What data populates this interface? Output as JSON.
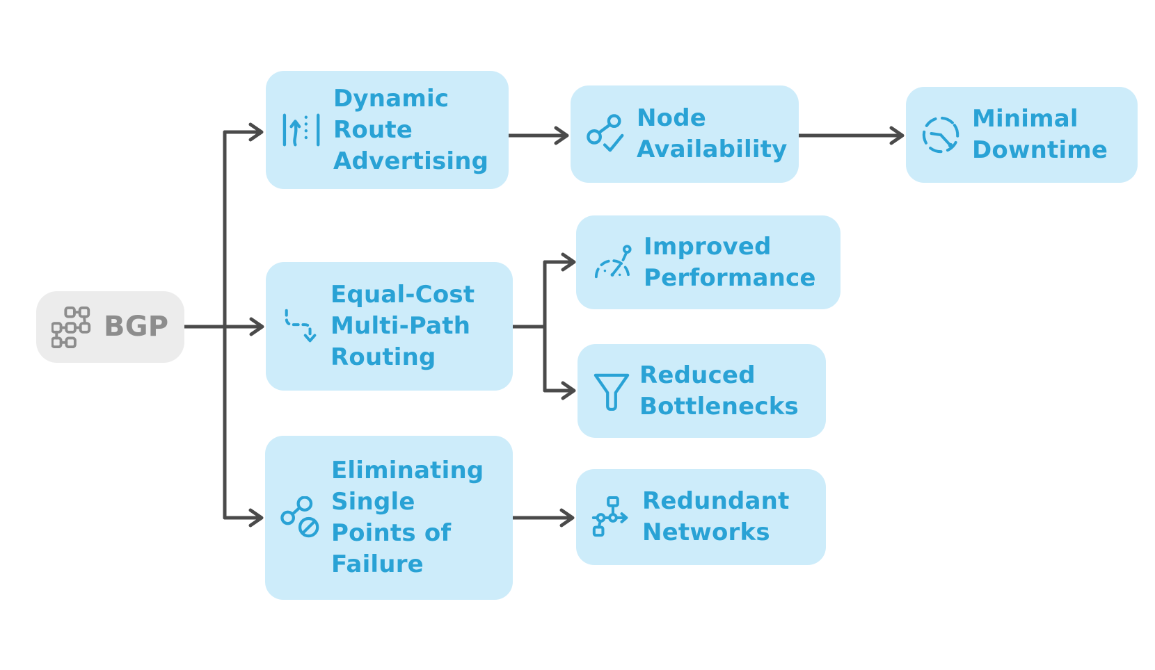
{
  "colors": {
    "background": "#ffffff",
    "node_fill": "#cdecfa",
    "node_text": "#29a2d5",
    "root_fill": "#ececec",
    "root_text": "#8d8d8d",
    "connector": "#4a4a4a"
  },
  "nodes": {
    "bgp": {
      "label": "BGP",
      "icon": "network-nodes-icon"
    },
    "dynamic_route_advertising": {
      "label": "Dynamic\nRoute\nAdvertising",
      "icon": "route-lanes-icon"
    },
    "node_availability": {
      "label": "Node\nAvailability",
      "icon": "share-check-icon"
    },
    "minimal_downtime": {
      "label": "Minimal\nDowntime",
      "icon": "dashed-clock-icon"
    },
    "equal_cost_multi_path_routing": {
      "label": "Equal-Cost\nMulti-Path\nRouting",
      "icon": "dashed-route-icon"
    },
    "improved_performance": {
      "label": "Improved\nPerformance",
      "icon": "gauge-pin-icon"
    },
    "reduced_bottlenecks": {
      "label": "Reduced\nBottlenecks",
      "icon": "funnel-icon"
    },
    "eliminating_single_points_of_failure": {
      "label": "Eliminating\nSingle\nPoints of\nFailure",
      "icon": "share-ban-icon"
    },
    "redundant_networks": {
      "label": "Redundant\nNetworks",
      "icon": "network-topology-arrow-icon"
    }
  },
  "edges": [
    {
      "from": "bgp",
      "to": "dynamic_route_advertising"
    },
    {
      "from": "bgp",
      "to": "equal_cost_multi_path_routing"
    },
    {
      "from": "bgp",
      "to": "eliminating_single_points_of_failure"
    },
    {
      "from": "dynamic_route_advertising",
      "to": "node_availability"
    },
    {
      "from": "node_availability",
      "to": "minimal_downtime"
    },
    {
      "from": "equal_cost_multi_path_routing",
      "to": "improved_performance"
    },
    {
      "from": "equal_cost_multi_path_routing",
      "to": "reduced_bottlenecks"
    },
    {
      "from": "eliminating_single_points_of_failure",
      "to": "redundant_networks"
    }
  ]
}
